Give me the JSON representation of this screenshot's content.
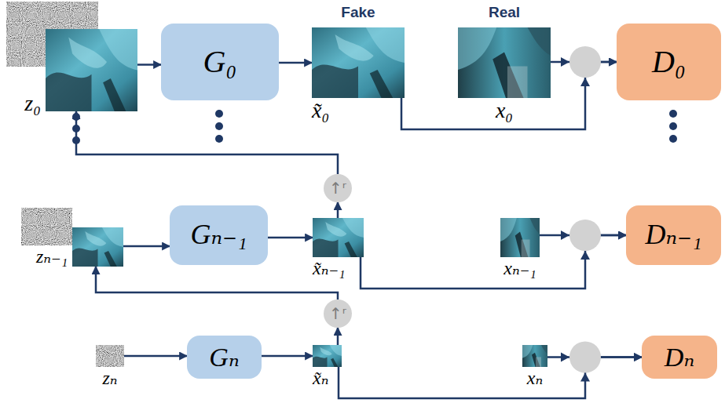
{
  "diagram": {
    "nodes": [
      {
        "text": [
          "z₀"
        ]
      },
      {
        "text": [
          "G₀"
        ]
      },
      {
        "text": [
          "Fake",
          "x̃₀"
        ]
      },
      {
        "text": [
          "Real",
          "x₀"
        ]
      },
      {
        "text": [
          "D₀"
        ]
      },
      {
        "text": [
          "↑ʳ"
        ]
      },
      {
        "text": [
          "zₙ₋₁"
        ]
      },
      {
        "text": [
          "Gₙ₋₁"
        ]
      },
      {
        "text": [
          "x̃ₙ₋₁"
        ]
      },
      {
        "text": [
          "xₙ₋₁"
        ]
      },
      {
        "text": [
          "Dₙ₋₁"
        ]
      },
      {
        "text": [
          "↑ʳ"
        ]
      },
      {
        "text": [
          "zₙ"
        ]
      },
      {
        "text": [
          "Gₙ"
        ]
      },
      {
        "text": [
          "x̃ₙ"
        ]
      },
      {
        "text": [
          "xₙ"
        ]
      },
      {
        "text": [
          "Dₙ"
        ]
      }
    ],
    "edges": [
      {
        "from": 0,
        "to": 1,
        "arrow": "to"
      },
      {
        "from": 1,
        "to": 2,
        "arrow": "to"
      },
      {
        "from": 3,
        "to": 4,
        "arrow": "to"
      },
      {
        "from": 2,
        "to": 4,
        "arrow": "to"
      },
      {
        "from": 8,
        "to": 5,
        "arrow": "to"
      },
      {
        "from": 5,
        "to": 0,
        "arrow": "to"
      },
      {
        "from": 6,
        "to": 7,
        "arrow": "to"
      },
      {
        "from": 7,
        "to": 8,
        "arrow": "to"
      },
      {
        "from": 9,
        "to": 10,
        "arrow": "to"
      },
      {
        "from": 8,
        "to": 10,
        "arrow": "to"
      },
      {
        "from": 14,
        "to": 11,
        "arrow": "to"
      },
      {
        "from": 11,
        "to": 6,
        "arrow": "to"
      },
      {
        "from": 12,
        "to": 13,
        "arrow": "to"
      },
      {
        "from": 13,
        "to": 14,
        "arrow": "to"
      },
      {
        "from": 15,
        "to": 16,
        "arrow": "to"
      },
      {
        "from": 14,
        "to": 16,
        "arrow": "to"
      }
    ]
  }
}
